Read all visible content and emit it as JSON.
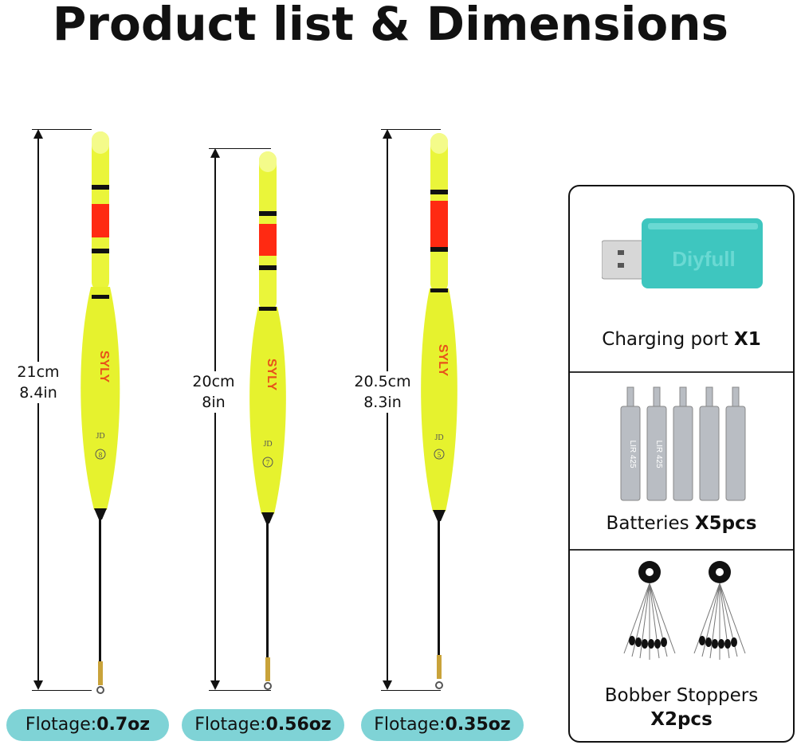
{
  "title": "Product list & Dimensions",
  "floats": [
    {
      "cm": "21cm",
      "inch": "8.4in",
      "floatage_label": "Flotage:",
      "floatage_value": "0.7oz",
      "number": "8"
    },
    {
      "cm": "20cm",
      "inch": "8in",
      "floatage_label": "Flotage:",
      "floatage_value": "0.56oz",
      "number": "7"
    },
    {
      "cm": "20.5cm",
      "inch": "8.3in",
      "floatage_label": "Flotage:",
      "floatage_value": "0.35oz",
      "number": "5"
    }
  ],
  "float_marking": "JD",
  "brand_on_float": "SYLY",
  "panel": {
    "charging": {
      "label": "Charging port ",
      "qty": "X1",
      "device_text": "Diyfull"
    },
    "batteries": {
      "label": "Batteries ",
      "qty": "X5pcs",
      "battery_text": "LIR 425"
    },
    "stoppers": {
      "label": "Bobber Stoppers",
      "qty": "X2pcs"
    }
  },
  "colors": {
    "float_yellow": "#eaf53a",
    "band_red": "#ff2a12",
    "pill": "#7fd3d6",
    "usb_teal": "#3ec6bf"
  }
}
